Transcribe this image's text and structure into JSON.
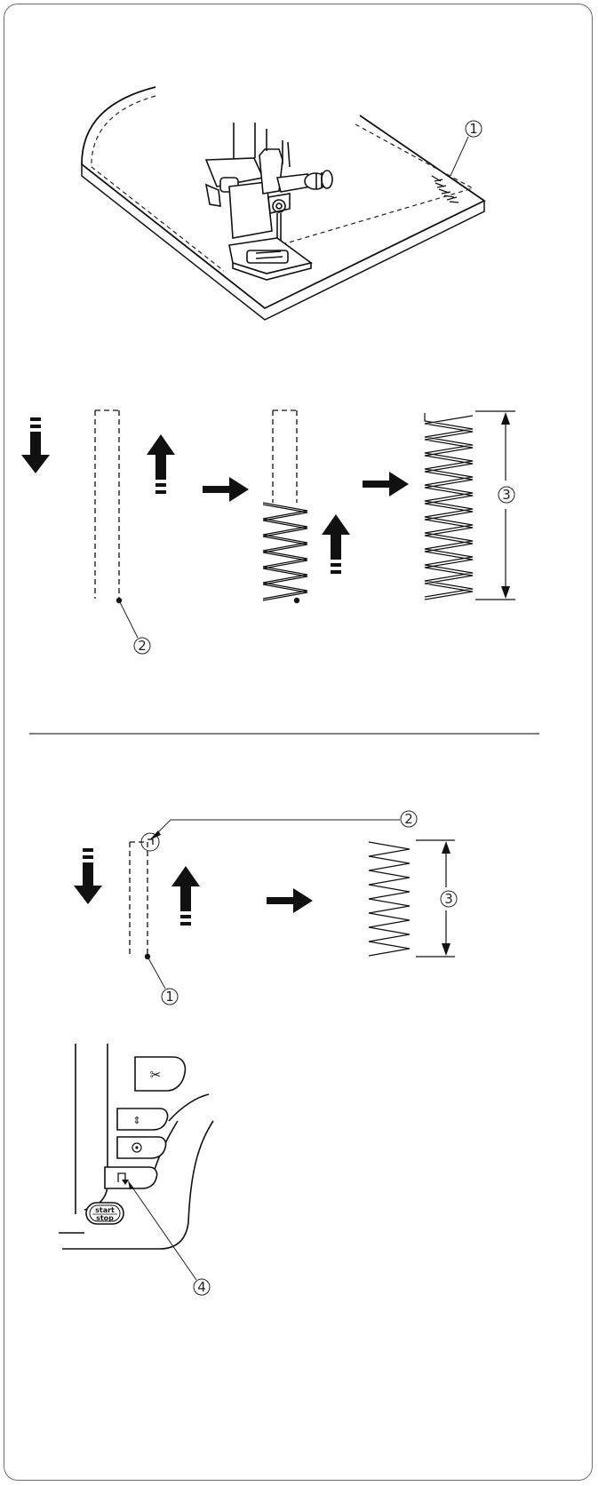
{
  "figure1": {
    "callouts": [
      "1"
    ]
  },
  "figure2": {
    "callouts": [
      "2",
      "3"
    ]
  },
  "figure3": {
    "callouts": [
      "1",
      "2",
      "3"
    ]
  },
  "figure4": {
    "callouts": [
      "4"
    ],
    "start_stop": {
      "top": "start",
      "bottom": "stop"
    },
    "icons": [
      "scissors-icon",
      "needle-up-down-icon",
      "lock-stitch-icon",
      "reverse-stitch-icon"
    ]
  }
}
